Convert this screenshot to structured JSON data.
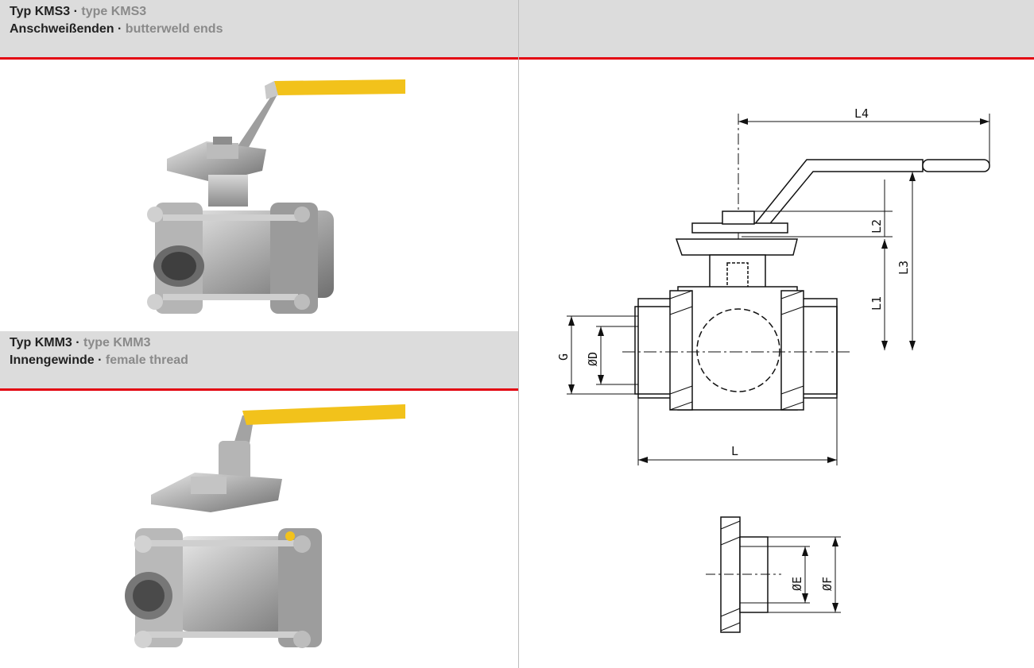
{
  "sections": [
    {
      "line1_de": "Typ KMS3",
      "line1_sep": " · ",
      "line1_en": "type KMS3",
      "line2_de": "Anschweißenden",
      "line2_sep": " · ",
      "line2_en": "butterweld ends"
    },
    {
      "line1_de": "Typ KMM3",
      "line1_sep": " · ",
      "line1_en": "type KMM3",
      "line2_de": "Innengewinde",
      "line2_sep": " · ",
      "line2_en": "female thread"
    }
  ],
  "drawing": {
    "labels": {
      "L4": "L4",
      "L2": "L2",
      "L3": "L3",
      "L1": "L1",
      "G": "G",
      "D": "ØD",
      "L": "L",
      "E": "ØE",
      "F": "ØF"
    }
  },
  "colors": {
    "header_bg": "#dcdcdc",
    "accent_line": "#e30613",
    "handle_yellow": "#f2c21b",
    "english_text": "#8a8a8a"
  }
}
